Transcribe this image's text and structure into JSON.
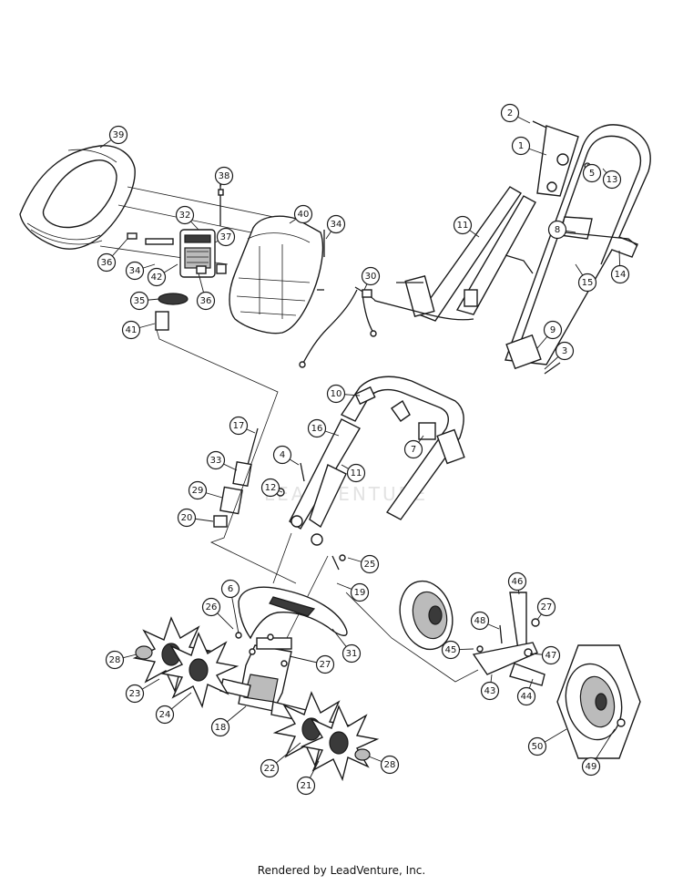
{
  "footer": {
    "text": "Rendered by LeadVenture, Inc."
  },
  "watermark": {
    "text": "LEADVENTURE"
  },
  "colors": {
    "line": "#1a1a1a",
    "background": "#ffffff"
  },
  "callouts": [
    {
      "id": "1",
      "label": "1"
    },
    {
      "id": "2",
      "label": "2"
    },
    {
      "id": "3",
      "label": "3"
    },
    {
      "id": "4",
      "label": "4"
    },
    {
      "id": "5",
      "label": "5"
    },
    {
      "id": "6",
      "label": "6"
    },
    {
      "id": "7",
      "label": "7"
    },
    {
      "id": "8",
      "label": "8"
    },
    {
      "id": "9",
      "label": "9"
    },
    {
      "id": "10",
      "label": "10"
    },
    {
      "id": "11a",
      "label": "11"
    },
    {
      "id": "11b",
      "label": "11"
    },
    {
      "id": "12",
      "label": "12"
    },
    {
      "id": "13",
      "label": "13"
    },
    {
      "id": "14",
      "label": "14"
    },
    {
      "id": "15",
      "label": "15"
    },
    {
      "id": "16",
      "label": "16"
    },
    {
      "id": "17",
      "label": "17"
    },
    {
      "id": "18",
      "label": "18"
    },
    {
      "id": "19",
      "label": "19"
    },
    {
      "id": "20",
      "label": "20"
    },
    {
      "id": "21",
      "label": "21"
    },
    {
      "id": "22",
      "label": "22"
    },
    {
      "id": "23",
      "label": "23"
    },
    {
      "id": "24",
      "label": "24"
    },
    {
      "id": "25",
      "label": "25"
    },
    {
      "id": "26",
      "label": "26"
    },
    {
      "id": "27a",
      "label": "27"
    },
    {
      "id": "27b",
      "label": "27"
    },
    {
      "id": "28a",
      "label": "28"
    },
    {
      "id": "28b",
      "label": "28"
    },
    {
      "id": "29",
      "label": "29"
    },
    {
      "id": "30",
      "label": "30"
    },
    {
      "id": "31",
      "label": "31"
    },
    {
      "id": "32",
      "label": "32"
    },
    {
      "id": "33",
      "label": "33"
    },
    {
      "id": "34a",
      "label": "34"
    },
    {
      "id": "34b",
      "label": "34"
    },
    {
      "id": "35",
      "label": "35"
    },
    {
      "id": "36a",
      "label": "36"
    },
    {
      "id": "36b",
      "label": "36"
    },
    {
      "id": "37",
      "label": "37"
    },
    {
      "id": "38",
      "label": "38"
    },
    {
      "id": "39",
      "label": "39"
    },
    {
      "id": "40",
      "label": "40"
    },
    {
      "id": "41",
      "label": "41"
    },
    {
      "id": "42",
      "label": "42"
    },
    {
      "id": "43",
      "label": "43"
    },
    {
      "id": "44",
      "label": "44"
    },
    {
      "id": "45",
      "label": "45"
    },
    {
      "id": "46",
      "label": "46"
    },
    {
      "id": "47",
      "label": "47"
    },
    {
      "id": "48",
      "label": "48"
    },
    {
      "id": "49",
      "label": "49"
    },
    {
      "id": "50",
      "label": "50"
    }
  ]
}
